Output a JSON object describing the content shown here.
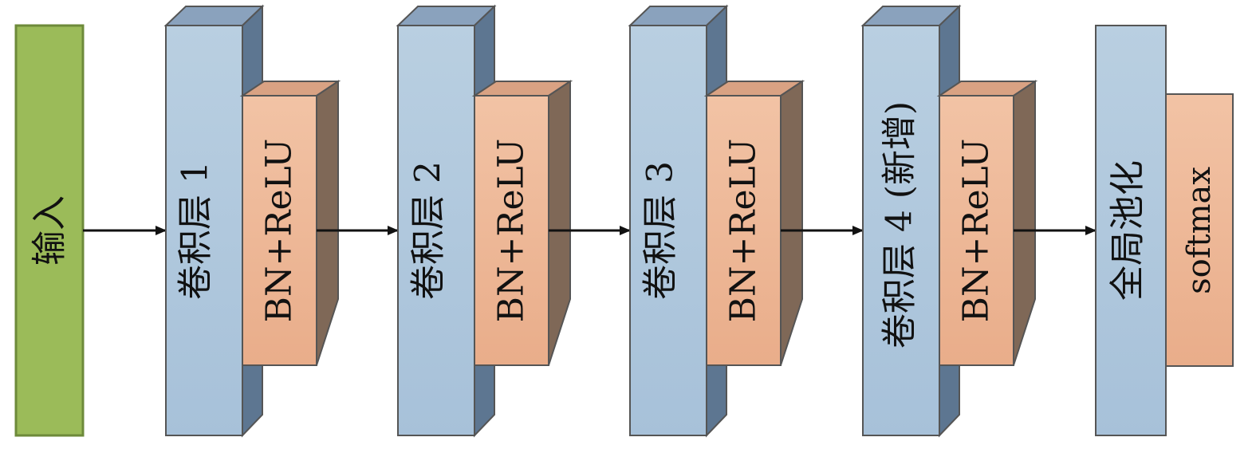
{
  "colors": {
    "input_fill": "#9bbb59",
    "input_stroke": "#6d8a3a",
    "conv_front": "#b9cfe1",
    "conv_front_bottom": "#a7c1d9",
    "conv_top": "#8aa2bd",
    "conv_side": "#5d7691",
    "bn_front": "#f2c3a5",
    "bn_front_bottom": "#e9ad8a",
    "bn_top": "#d9a283",
    "bn_side": "#7f6857",
    "stroke": "#555555",
    "arrow": "#111111"
  },
  "blocks": {
    "input": {
      "label": "输入"
    },
    "conv1": {
      "label": "卷积层 1"
    },
    "bn1": {
      "label": "BN+ReLU"
    },
    "conv2": {
      "label": "卷积层 2"
    },
    "bn2": {
      "label": "BN+ReLU"
    },
    "conv3": {
      "label": "卷积层 3"
    },
    "bn3": {
      "label": "BN+ReLU"
    },
    "conv4": {
      "label": "卷积层 4 (新增)"
    },
    "bn4": {
      "label": "BN+ReLU"
    },
    "gap": {
      "label": "全局池化"
    },
    "softmax": {
      "label": "softmax"
    }
  }
}
